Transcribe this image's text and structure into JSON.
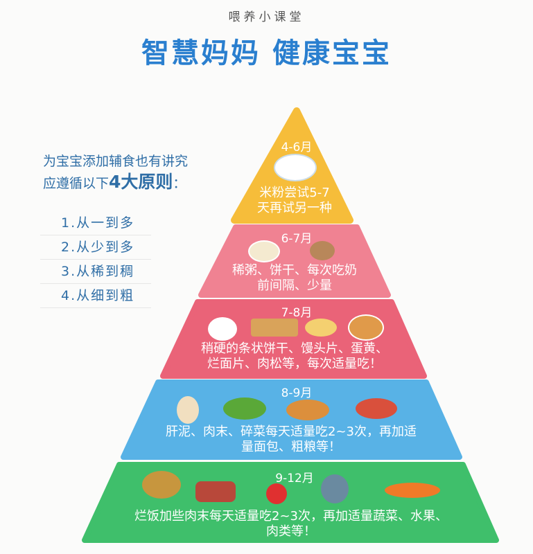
{
  "header": {
    "subtitle": "喂养小课堂",
    "title": "智慧妈妈 健康宝宝"
  },
  "intro": {
    "line1": "为宝宝添加辅食也有讲究",
    "line2_prefix": "应遵循以下",
    "line2_emph": "4大原则",
    "line2_suffix": "："
  },
  "rules": [
    "1.从一到多",
    "2.从少到多",
    "3.从稀到稠",
    "4.从细到粗"
  ],
  "tiers": [
    {
      "age": "4-6月",
      "text1": "米粉尝试5-7",
      "text2": "天再试另一种",
      "color": "#f6bd3a"
    },
    {
      "age": "6-7月",
      "text1": "稀粥、饼干、每次吃奶",
      "text2": "前间隔、少量",
      "color": "#f08292"
    },
    {
      "age": "7-8月",
      "text1": "稍硬的条状饼干、馒头片、蛋黄、",
      "text2": "烂面片、肉松等，每次适量吃！",
      "color": "#ea6378"
    },
    {
      "age": "8-9月",
      "text1": "肝泥、肉末、碎菜每天适量吃2~3次，再加适",
      "text2": "量面包、粗粮等！",
      "color": "#58b2e6"
    },
    {
      "age": "9-12月",
      "text1": "烂饭加些肉末每天适量吃2~3次，再加适量蔬菜、水果、",
      "text2": "肉类等！",
      "color": "#3fbf6b"
    }
  ]
}
